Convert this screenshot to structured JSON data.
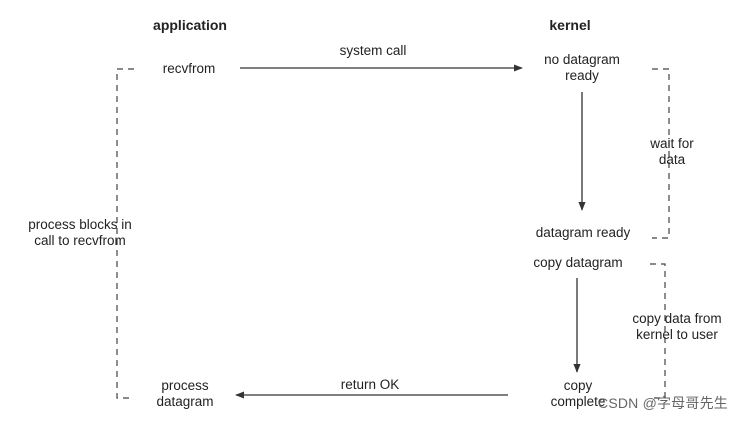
{
  "columns": {
    "application": "application",
    "kernel": "kernel"
  },
  "application": {
    "recvfrom": "recvfrom",
    "process_datagram": [
      "process",
      "datagram"
    ],
    "blocks_note": [
      "process blocks in",
      "call to recvfrom"
    ]
  },
  "kernel": {
    "no_datagram_ready": [
      "no datagram",
      "ready"
    ],
    "datagram_ready": "datagram ready",
    "copy_datagram": "copy datagram",
    "copy_complete": [
      "copy",
      "complete"
    ]
  },
  "arrows": {
    "system_call": "system call",
    "return_ok": "return OK"
  },
  "phases": {
    "wait_for_data": [
      "wait for",
      "data"
    ],
    "copy_data": [
      "copy data from",
      "kernel to user"
    ]
  },
  "watermark": "CSDN @字母哥先生",
  "colors": {
    "line": "#333333",
    "dash": "#444444",
    "text": "#222222"
  }
}
